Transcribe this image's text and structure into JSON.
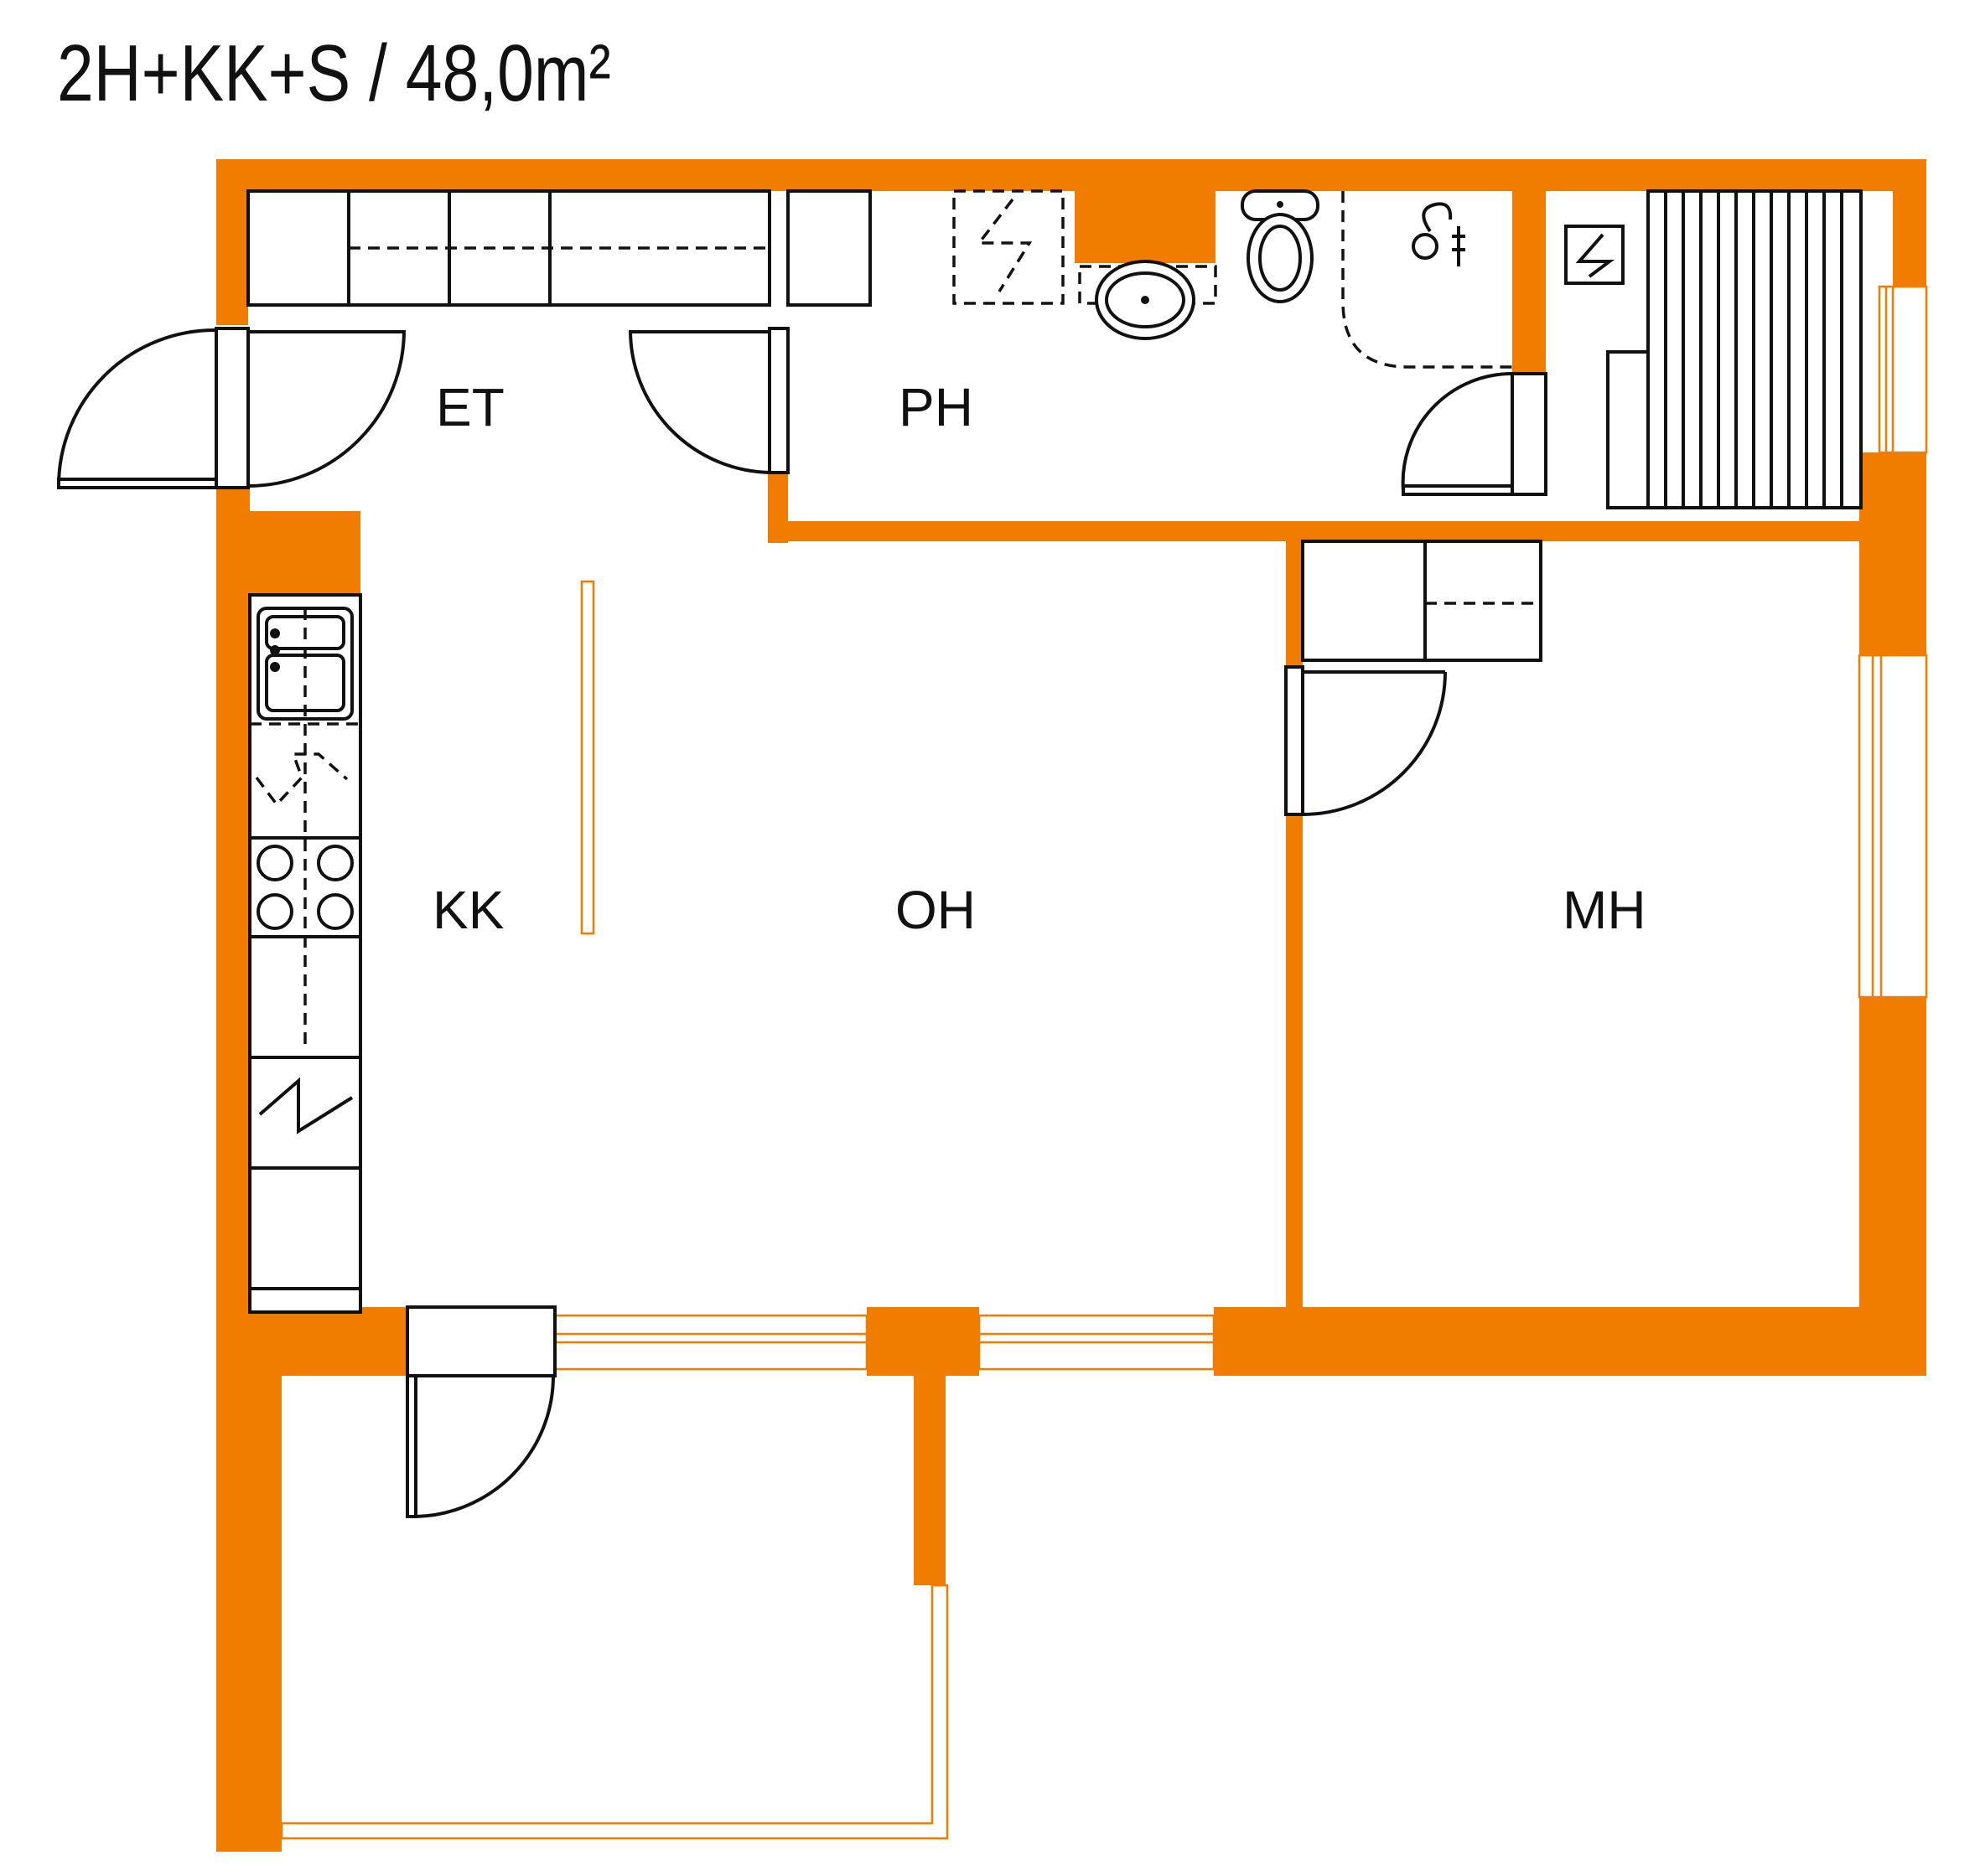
{
  "title": "2H+KK+S / 48,0m²",
  "rooms": {
    "et": "ET",
    "ph": "PH",
    "kk": "KK",
    "oh": "OH",
    "mh": "MH"
  },
  "colors": {
    "wall": "#f07d00",
    "line": "#111111",
    "background": "#ffffff"
  },
  "fixtures": [
    "wardrobe",
    "washing-machine",
    "washbasin",
    "toilet",
    "shower",
    "sauna-heater",
    "sauna-bench",
    "kitchen-sink",
    "dishwasher",
    "stove",
    "fridge",
    "bedroom-wardrobe"
  ]
}
